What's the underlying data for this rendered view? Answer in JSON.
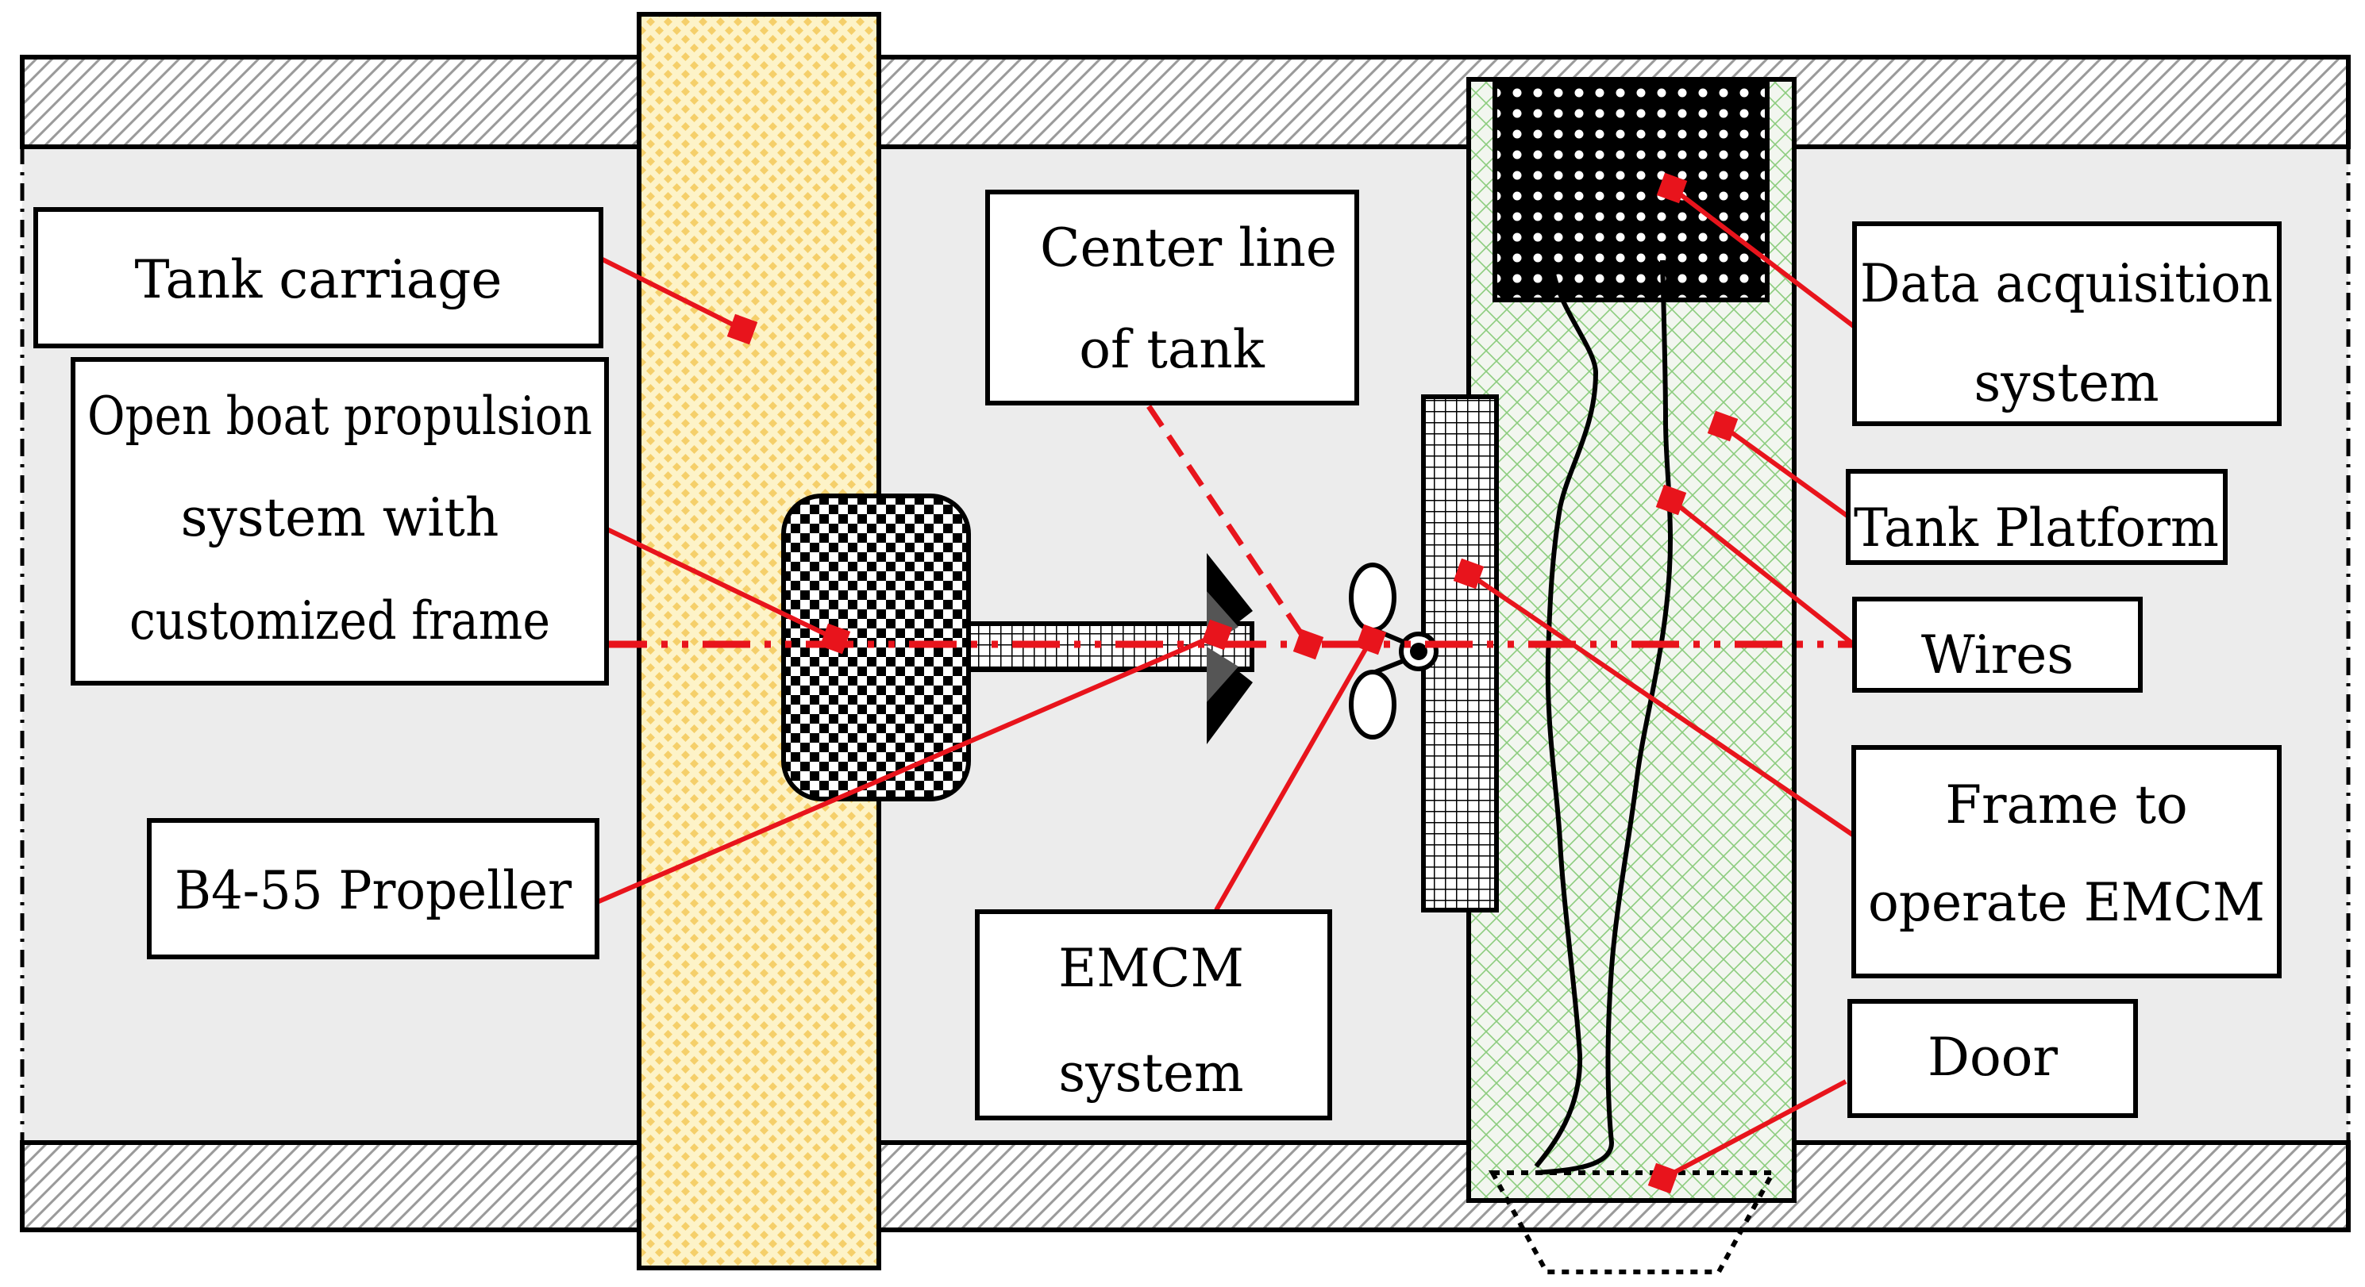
{
  "labels": {
    "tank_carriage": "Tank carriage",
    "open_boat_line1": "Open boat propulsion",
    "open_boat_line2": "system with",
    "open_boat_line3": "customized frame",
    "b4_propeller": "B4-55 Propeller",
    "center_line_line1": "Center line",
    "center_line_line2": "of tank",
    "emcm_line1": "EMCM",
    "emcm_line2": "system",
    "data_acq_line1": "Data acquisition",
    "data_acq_line2": "system",
    "tank_platform": "Tank Platform",
    "wires": "Wires",
    "frame_line1": "Frame to",
    "frame_line2": "operate EMCM",
    "door": "Door"
  },
  "colors": {
    "leader": "#e8141c",
    "outline": "#000000",
    "tank_water": "#ececec",
    "carriage_fill": "#fdf3c8",
    "carriage_dots": "#f5cf6a",
    "platform_hatch": "#8ccc7e",
    "platform_fill": "#f2f6ef",
    "wall_hatch": "#9a9a9a"
  }
}
